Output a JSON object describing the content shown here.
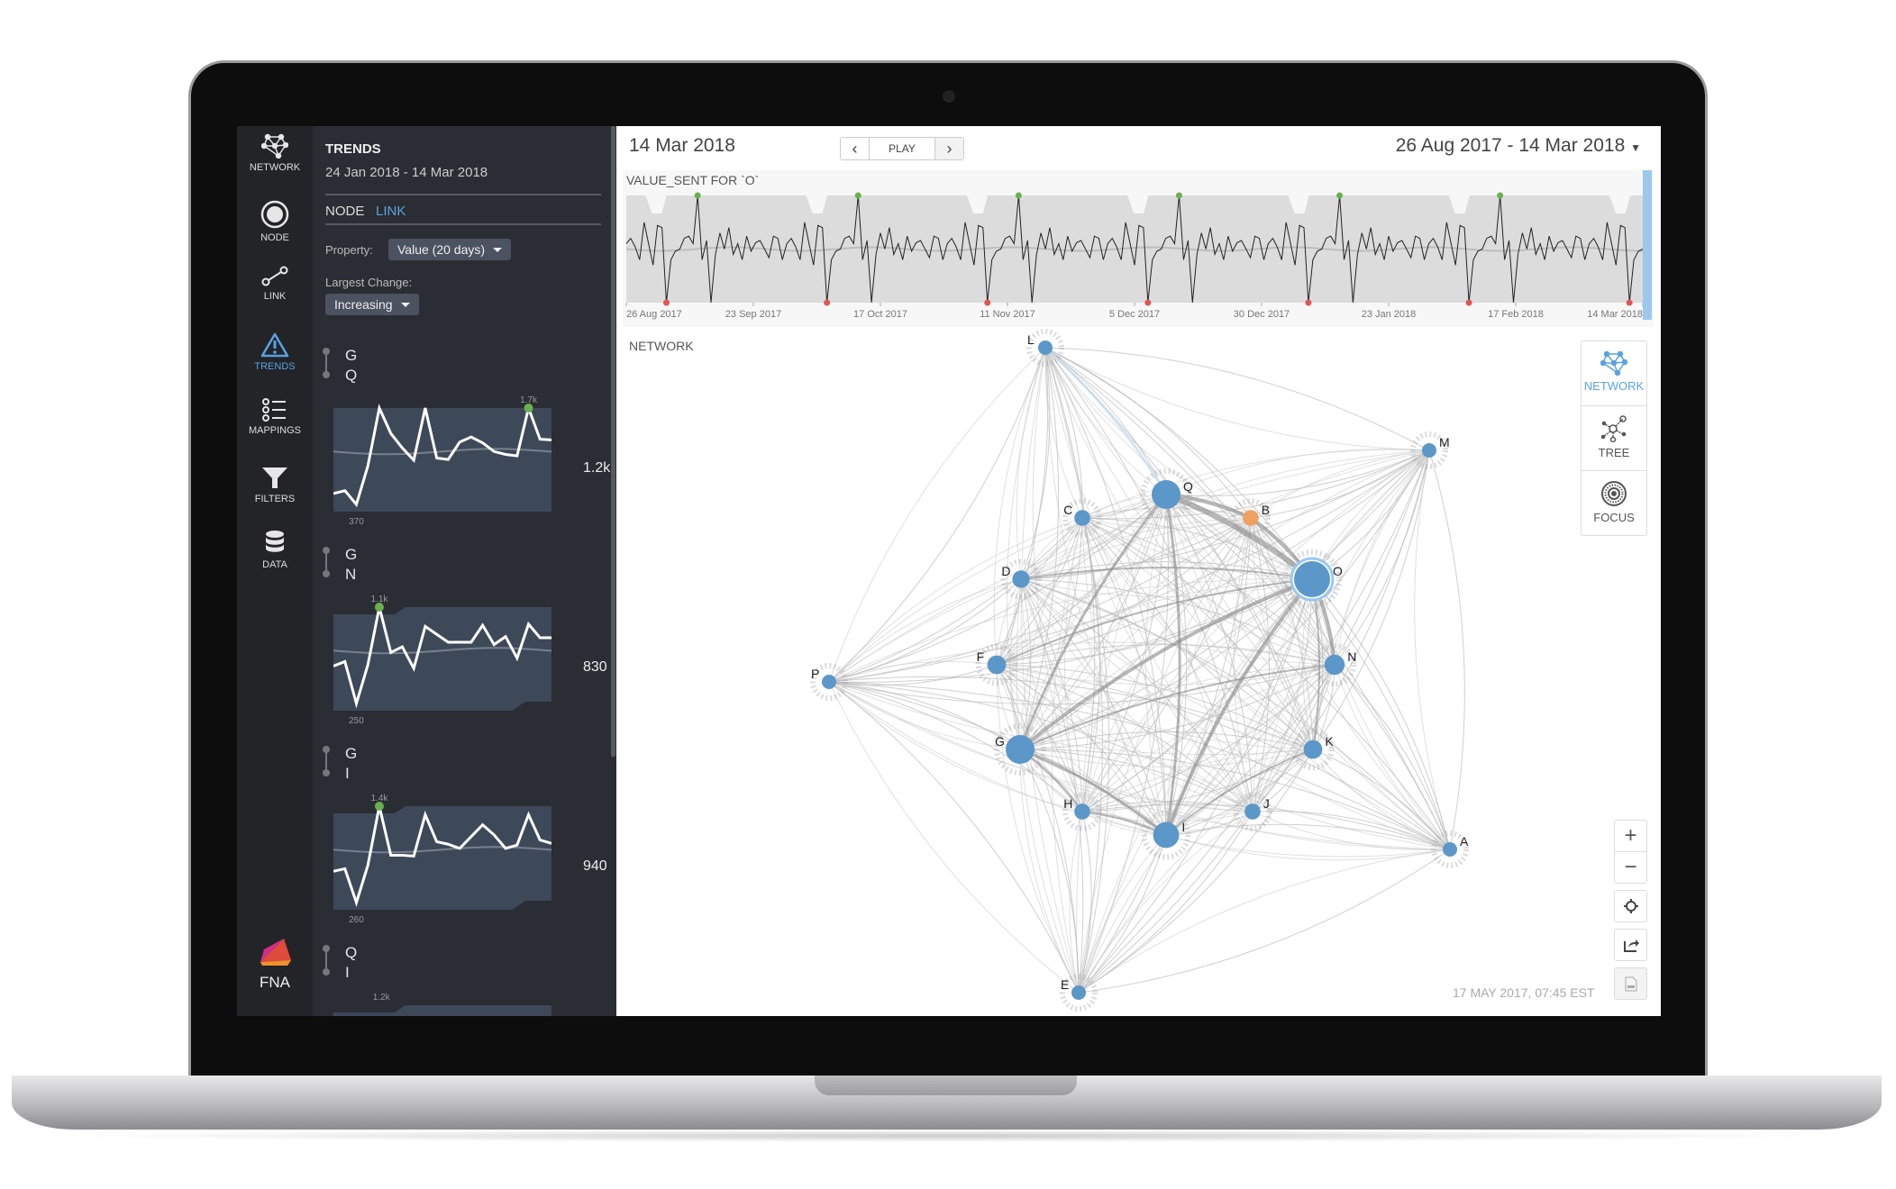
{
  "nav": [
    {
      "label": "NETWORK",
      "icon": "network-icon"
    },
    {
      "label": "NODE",
      "icon": "node-icon"
    },
    {
      "label": "LINK",
      "icon": "link-icon"
    },
    {
      "label": "TRENDS",
      "icon": "trends-icon",
      "active": true
    },
    {
      "label": "MAPPINGS",
      "icon": "mappings-icon"
    },
    {
      "label": "FILTERS",
      "icon": "filter-icon"
    },
    {
      "label": "DATA",
      "icon": "database-icon"
    }
  ],
  "logo": "FNA",
  "trends": {
    "title": "TRENDS",
    "range": "24 Jan 2018 - 14 Mar 2018",
    "tab_node": "NODE",
    "tab_link": "LINK",
    "property_label": "Property:",
    "property_value": "Value (20 days)",
    "change_label": "Largest Change:",
    "change_value": "Increasing",
    "items": [
      {
        "a": "G",
        "b": "Q",
        "max": "1.7k",
        "min": "370",
        "value": "1.2k",
        "values": [
          520,
          560,
          370,
          900,
          1700,
          1350,
          1150,
          980,
          1700,
          1010,
          990,
          1230,
          1300,
          1220,
          1100,
          1060,
          1040,
          1700,
          1270,
          1260
        ]
      },
      {
        "a": "G",
        "b": "N",
        "max": "1.1k",
        "min": "250",
        "value": "830",
        "values": [
          580,
          620,
          250,
          590,
          1100,
          700,
          750,
          560,
          930,
          860,
          790,
          790,
          790,
          940,
          770,
          840,
          650,
          950,
          830,
          830
        ]
      },
      {
        "a": "G",
        "b": "I",
        "max": "1.4k",
        "min": "260",
        "value": "940",
        "values": [
          630,
          660,
          260,
          700,
          1400,
          820,
          820,
          810,
          1300,
          980,
          950,
          900,
          1040,
          1180,
          1060,
          900,
          940,
          1300,
          1000,
          960
        ]
      },
      {
        "a": "Q",
        "b": "I",
        "max": "1.2k",
        "min": "",
        "value": "",
        "values": []
      }
    ]
  },
  "header": {
    "current_date": "14 Mar 2018",
    "play": "PLAY",
    "prev": "‹",
    "next": "›",
    "range": "26 Aug 2017 - 14 Mar 2018"
  },
  "chart_data": {
    "type": "line",
    "title": "VALUE_SENT FOR `O`",
    "xlabel": "",
    "ylabel": "",
    "ylim": [
      0,
      100
    ],
    "ticks": [
      "26 Aug 2017",
      "23 Sep 2017",
      "17 Oct 2017",
      "11 Nov 2017",
      "5 Dec 2017",
      "30 Dec 2017",
      "23 Jan 2018",
      "17 Feb 2018",
      "14 Mar 2018"
    ],
    "periods": 6.35,
    "period_values": [
      55,
      60,
      52,
      40,
      75,
      55,
      35,
      72,
      70,
      0,
      40,
      48,
      50,
      60,
      62,
      55,
      100,
      40,
      58,
      0,
      45,
      65,
      50,
      70,
      45,
      55,
      40,
      62,
      48,
      56,
      58,
      50,
      42,
      62,
      60,
      40
    ]
  },
  "network": {
    "label": "NETWORK",
    "timestamp": "17 MAY 2017, 07:45 EST",
    "nodes": [
      {
        "id": "L",
        "size": 1
      },
      {
        "id": "M",
        "size": 1
      },
      {
        "id": "Q",
        "size": 3
      },
      {
        "id": "C",
        "size": 1.2
      },
      {
        "id": "B",
        "size": 1.2,
        "color": "#f0a060"
      },
      {
        "id": "D",
        "size": 1.4
      },
      {
        "id": "O",
        "size": 4
      },
      {
        "id": "F",
        "size": 1.6
      },
      {
        "id": "N",
        "size": 1.8
      },
      {
        "id": "P",
        "size": 1
      },
      {
        "id": "G",
        "size": 3
      },
      {
        "id": "K",
        "size": 1.6
      },
      {
        "id": "H",
        "size": 1.2
      },
      {
        "id": "J",
        "size": 1.2
      },
      {
        "id": "I",
        "size": 2.6
      },
      {
        "id": "A",
        "size": 1
      },
      {
        "id": "E",
        "size": 1
      }
    ],
    "heavy_edges": [
      [
        "Q",
        "O",
        6
      ],
      [
        "Q",
        "B",
        4
      ],
      [
        "B",
        "O",
        4
      ],
      [
        "O",
        "N",
        4
      ],
      [
        "G",
        "O",
        4
      ],
      [
        "I",
        "O",
        4
      ],
      [
        "Q",
        "I",
        3
      ],
      [
        "G",
        "Q",
        3
      ],
      [
        "G",
        "I",
        3
      ],
      [
        "G",
        "N",
        2
      ],
      [
        "F",
        "O",
        2
      ],
      [
        "D",
        "O",
        2
      ],
      [
        "H",
        "I",
        2
      ],
      [
        "G",
        "H",
        2
      ],
      [
        "I",
        "K",
        2
      ],
      [
        "O",
        "K",
        2
      ],
      [
        "L",
        "Q",
        3
      ]
    ],
    "views": [
      {
        "label": "NETWORK",
        "icon": "network-icon",
        "active": true
      },
      {
        "label": "TREE",
        "icon": "tree-icon"
      },
      {
        "label": "FOCUS",
        "icon": "focus-icon"
      }
    ]
  },
  "colors": {
    "accent": "#5aa2e0",
    "node": "#5b97c9",
    "up": "#6ab04c",
    "down": "#e05555"
  }
}
